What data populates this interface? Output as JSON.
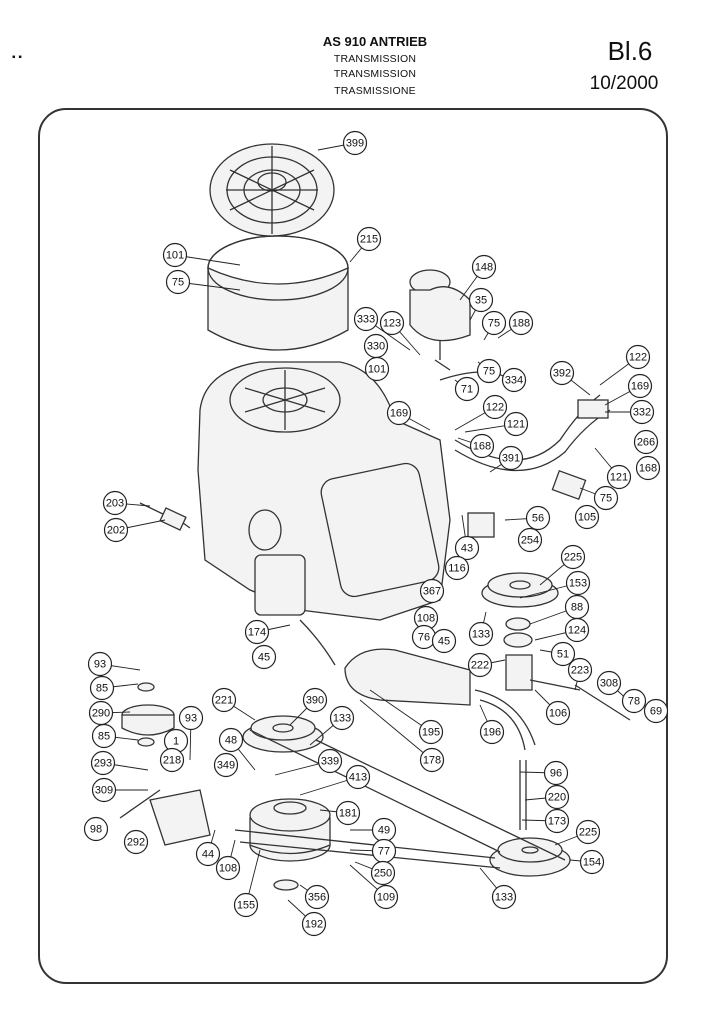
{
  "header": {
    "title": "AS 910 ANTRIEB",
    "subtitle_en": "TRANSMISSION",
    "subtitle_fr": "TRANSMISSION",
    "subtitle_it": "TRASMISSIONE",
    "sheet": "Bl.6",
    "date": "10/2000",
    "corner_mark": "▪ ▪"
  },
  "callouts": [
    "399",
    "215",
    "101",
    "75",
    "148",
    "35",
    "75",
    "188",
    "333",
    "123",
    "330",
    "101",
    "75",
    "334",
    "71",
    "122",
    "392",
    "122",
    "169",
    "169",
    "121",
    "332",
    "266",
    "168",
    "121",
    "168",
    "391",
    "75",
    "105",
    "203",
    "202",
    "56",
    "43",
    "254",
    "116",
    "225",
    "153",
    "367",
    "108",
    "88",
    "124",
    "174",
    "76",
    "45",
    "45",
    "133",
    "51",
    "222",
    "223",
    "308",
    "93",
    "85",
    "290",
    "221",
    "390",
    "133",
    "106",
    "78",
    "69",
    "93",
    "195",
    "196",
    "85",
    "1",
    "218",
    "48",
    "349",
    "339",
    "413",
    "96",
    "293",
    "309",
    "178",
    "220",
    "181",
    "98",
    "292",
    "49",
    "173",
    "225",
    "77",
    "44",
    "108",
    "250",
    "154",
    "155",
    "356",
    "109",
    "133",
    "192"
  ]
}
